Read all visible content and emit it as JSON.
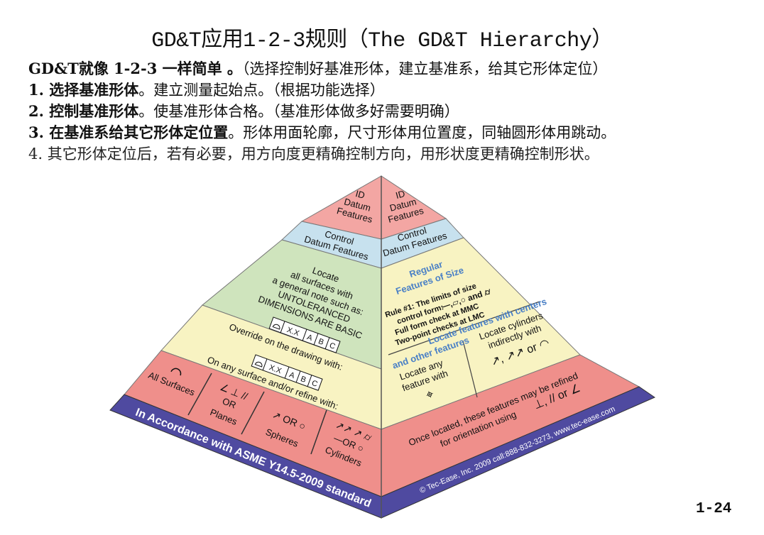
{
  "title": "GD&T应用1-2-3规则（The GD&T Hierarchy）",
  "lines": [
    {
      "lead": "GD&T就像 1-2-3 一样简单 。",
      "rest": "（选择控制好基准形体，建立基准系，给其它形体定位）"
    },
    {
      "lead": "1. 选择基准形体",
      "rest": "。建立测量起始点。（根据功能选择）"
    },
    {
      "lead": "2. 控制基准形体",
      "rest": "。使基准形体合格。（基准形体做多好需要明确）"
    },
    {
      "lead": "3. 在基准系给其它形体定位置",
      "rest": "。形体用面轮廓，尺寸形体用位置度，同轴圆形体用跳动。"
    },
    {
      "lead": "",
      "rest": "4. 其它形体定位后，若有必要，用方向度更精确控制方向，用形状度更精确控制形状。"
    }
  ],
  "page_number": "1-24",
  "pyramid": {
    "left": {
      "id_datum": [
        "ID",
        "Datum",
        "Features"
      ],
      "control_datum": [
        "Control",
        "Datum Features"
      ],
      "locate_note": [
        "Locate",
        "all surfaces with",
        "a general note such as:",
        "UNTOLERANCED",
        "DIMENSIONS ARE BASIC"
      ],
      "fcf1": [
        "X.X",
        "A",
        "B",
        "C"
      ],
      "override": [
        "Override on the drawing with:",
        "On any surface and/or refine with:"
      ],
      "fcf2": [
        "X.X",
        "A",
        "B",
        "C"
      ],
      "all_surfaces": "All Surfaces",
      "planes": "Planes",
      "spheres": "Spheres",
      "cylinders": "Cylinders",
      "or": "OR",
      "band": "In Accordance with ASME Y14.5-2009 standard"
    },
    "right": {
      "id_datum": [
        "ID",
        "Datum",
        "Features"
      ],
      "control_datum": [
        "Control",
        "Datum Features"
      ],
      "regular": [
        "Regular",
        "Features of Size"
      ],
      "rule1": [
        "Rule #1: The limits of size",
        "control form:",
        "Full form check at MMC",
        "Two-point checks at LMC"
      ],
      "centers": [
        "Locate features with centers",
        "and other features"
      ],
      "locate_any": [
        "Locate any",
        "feature with"
      ],
      "locate_cyl": [
        "Locate cylinders",
        "indirectly with"
      ],
      "or": "or",
      "refine": [
        "Once located, these features may be refined",
        "for orientation using"
      ],
      "band": "© Tec-Ease, Inc. 2009 call:888-832-3273, www.tec-ease.com"
    }
  },
  "colors": {
    "pink": "#f3a6a3",
    "lightblue": "#c7e1ee",
    "green": "#cfe4bd",
    "yellow": "#f8f3c2",
    "salmon": "#ef8f8b",
    "band": "#4f4aa0",
    "accent_blue": "#4a80c6"
  }
}
